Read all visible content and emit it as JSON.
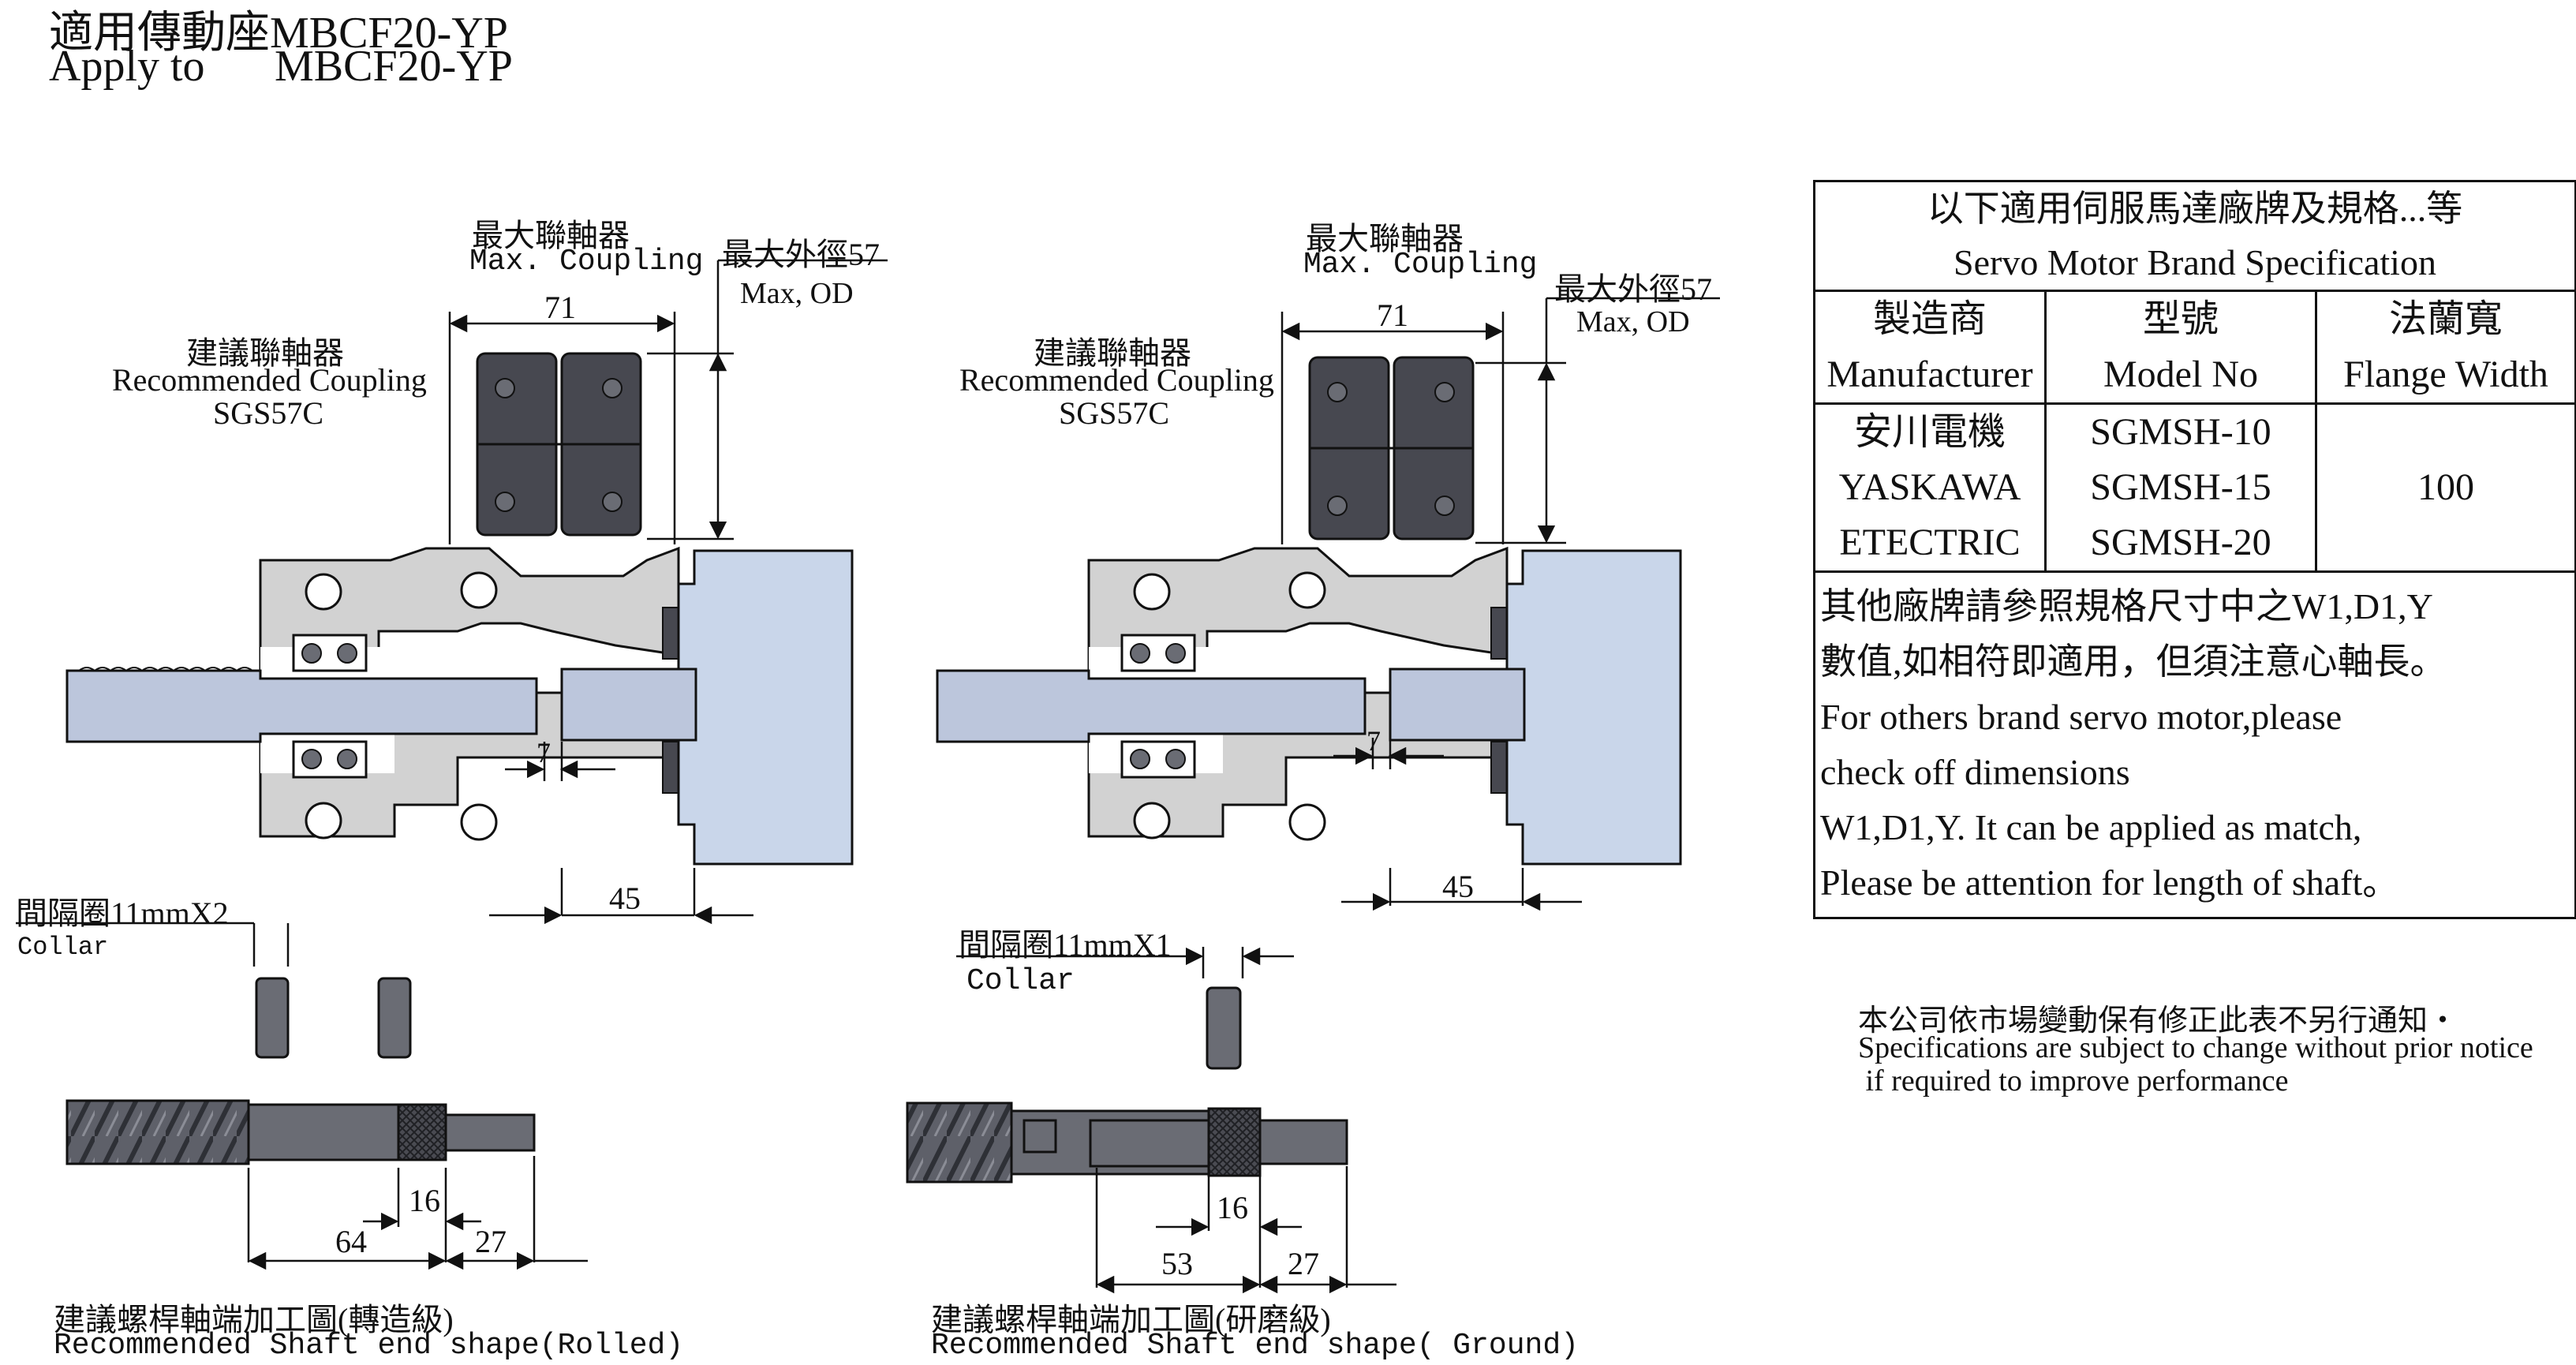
{
  "header": {
    "title_cn": "適用傳動座MBCF20-YP",
    "title_en_prefix": "Apply to",
    "title_en_model": "MBCF20-YP"
  },
  "left_drawing": {
    "max_coupling_cn": "最大聯軸器",
    "max_coupling_en": "Max. Coupling",
    "max_od_cn": "最大外徑57",
    "max_od_en": "Max, OD",
    "rec_coupling_cn": "建議聯軸器",
    "rec_coupling_en": "Recommended Coupling",
    "rec_coupling_model": "SGS57C",
    "dim_71": "71",
    "dim_7": "7",
    "dim_45": "45",
    "collar_cn": "間隔圈11mmX2",
    "collar_en": "Collar",
    "dim_16": "16",
    "dim_64": "64",
    "dim_27": "27",
    "shaft_cn": "建議螺桿軸端加工圖(轉造級)",
    "shaft_en": "Recommended Shaft end shape(Rolled)"
  },
  "right_drawing": {
    "max_coupling_cn": "最大聯軸器",
    "max_coupling_en": "Max. Coupling",
    "max_od_cn": "最大外徑57",
    "max_od_en": "Max, OD",
    "rec_coupling_cn": "建議聯軸器",
    "rec_coupling_en": "Recommended Coupling",
    "rec_coupling_model": "SGS57C",
    "dim_71": "71",
    "dim_7": "7",
    "dim_45": "45",
    "collar_cn": "間隔圈11mmX1",
    "collar_en": "Collar",
    "dim_16": "16",
    "dim_53": "53",
    "dim_27": "27",
    "shaft_cn": "建議螺桿軸端加工圖(研磨級)",
    "shaft_en": "Recommended Shaft end shape( Ground)"
  },
  "spec_table": {
    "header_cn": "以下適用伺服馬達廠牌及規格...等",
    "header_en": "Servo Motor Brand Specification",
    "columns": [
      {
        "cn": "製造商",
        "en": "Manufacturer"
      },
      {
        "cn": "型號",
        "en": "Model No"
      },
      {
        "cn": "法蘭寬",
        "en": "Flange Width"
      }
    ],
    "manufacturer": [
      "安川電機",
      "YASKAWA",
      "ETECTRIC"
    ],
    "models": [
      "SGMSH-10",
      "SGMSH-15",
      "SGMSH-20"
    ],
    "flange_width": "100",
    "notes": [
      "其他廠牌請參照規格尺寸中之W1,D1,Y",
      "數值,如相符即適用，但須注意心軸長。",
      "For others brand servo motor,please",
      "check off dimensions",
      "W1,D1,Y. It can be applied as match,",
      "Please be attention for length of shaft。"
    ]
  },
  "disclaimer": {
    "cn": "本公司依市場變動保有修正此表不另行通知・",
    "en_1": "Specifications are subject to change without prior notice",
    "en_2": " if required to improve performance"
  },
  "colors": {
    "housing_fill": "#d2d2d2",
    "motor_fill": "#c9d6ea",
    "coupling_fill": "#474850",
    "shaft_fill": "#bcc6dc",
    "steel_fill": "#6a6c74"
  }
}
